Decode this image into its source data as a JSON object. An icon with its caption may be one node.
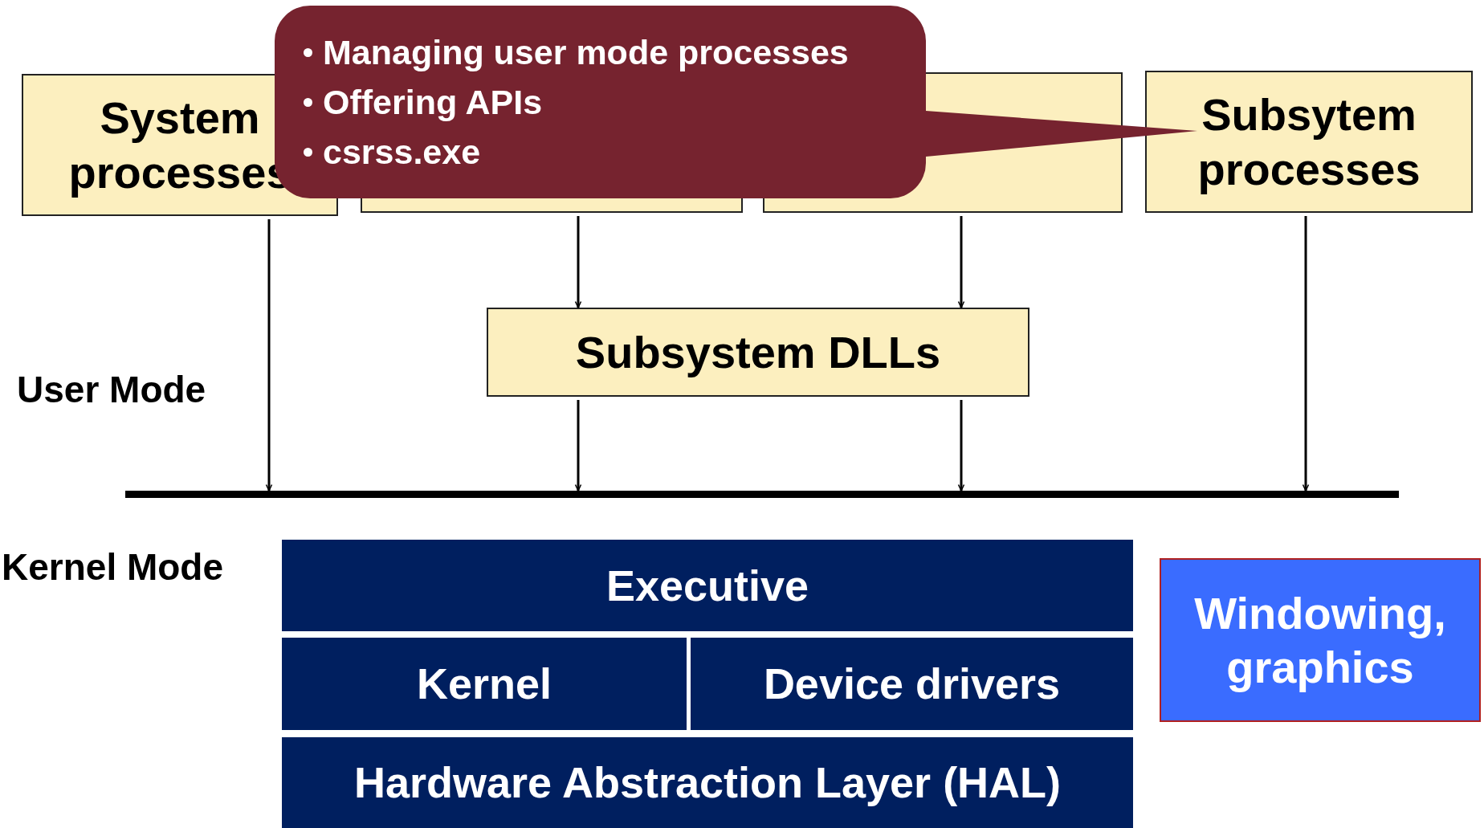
{
  "diagram": {
    "nodes": [
      {
        "text": [
          "System processes"
        ]
      },
      {
        "text": [],
        "shape": "box"
      },
      {
        "text": [],
        "shape": "box"
      },
      {
        "text": [
          "Subsytem processes"
        ]
      },
      {
        "text": [
          "Managing user mode processes",
          "Offering APIs",
          "csrss.exe"
        ]
      },
      {
        "text": [
          "Subsystem DLLs"
        ]
      },
      {
        "text": [],
        "shape": "bar"
      },
      {
        "text": [
          "Executive"
        ]
      },
      {
        "text": [
          "Kernel"
        ]
      },
      {
        "text": [
          "Device drivers"
        ]
      },
      {
        "text": [
          "Hardware Abstraction Layer (HAL)"
        ]
      },
      {
        "text": [
          "Windowing, graphics"
        ]
      }
    ],
    "edges": [
      {
        "from": 0,
        "to": 6,
        "arrow": "to"
      },
      {
        "from": 1,
        "to": 5,
        "arrow": "to"
      },
      {
        "from": 2,
        "to": 5,
        "arrow": "to"
      },
      {
        "from": 5,
        "to": 6,
        "arrow": "to"
      },
      {
        "from": 5,
        "to": 6,
        "arrow": "to"
      },
      {
        "from": 3,
        "to": 6,
        "arrow": "to"
      },
      {
        "from": 4,
        "to": 3,
        "arrow": "none",
        "color": "#76232f"
      }
    ],
    "labels": [
      "User Mode",
      "Kernel Mode"
    ]
  }
}
